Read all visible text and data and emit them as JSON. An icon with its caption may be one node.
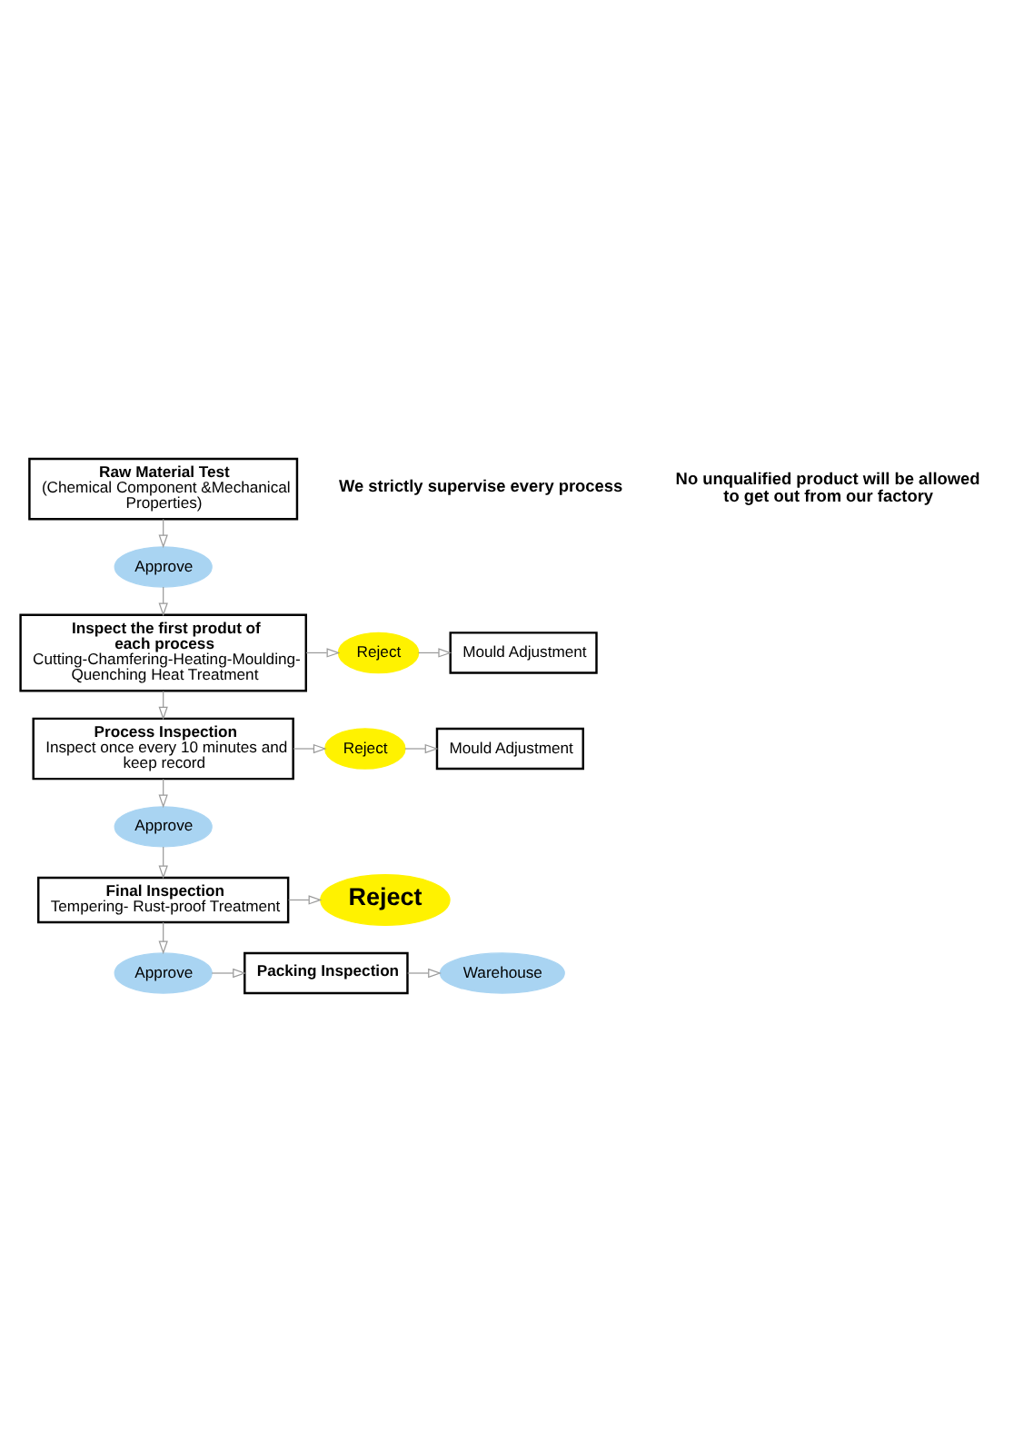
{
  "diagram": {
    "nodes": [
      {
        "text": [
          "Raw Material Test",
          "(Chemical Component &Mechanical Properties)"
        ]
      },
      {
        "text": [
          "Approve"
        ]
      },
      {
        "text": [
          "Inspect the first produt of each process",
          "Cutting-Chamfering-Heating-Moulding- Quenching Heat Treatment"
        ]
      },
      {
        "text": [
          "Reject"
        ]
      },
      {
        "text": [
          "Mould Adjustment"
        ]
      },
      {
        "text": [
          "Process Inspection",
          "Inspect once every 10 minutes and keep record"
        ]
      },
      {
        "text": [
          "Reject"
        ]
      },
      {
        "text": [
          "Mould Adjustment"
        ]
      },
      {
        "text": [
          "Approve"
        ]
      },
      {
        "text": [
          "Final Inspection",
          "Tempering- Rust-proof Treatment"
        ]
      },
      {
        "text": [
          "Reject"
        ]
      },
      {
        "text": [
          "Approve"
        ]
      },
      {
        "text": [
          "Packing Inspection"
        ]
      },
      {
        "text": [
          "Warehouse"
        ]
      }
    ],
    "edges": [
      {
        "from": 0,
        "to": 1,
        "arrow": "to"
      },
      {
        "from": 1,
        "to": 2,
        "arrow": "to"
      },
      {
        "from": 2,
        "to": 3,
        "arrow": "to"
      },
      {
        "from": 3,
        "to": 4,
        "arrow": "to"
      },
      {
        "from": 2,
        "to": 5,
        "arrow": "to"
      },
      {
        "from": 5,
        "to": 6,
        "arrow": "to"
      },
      {
        "from": 6,
        "to": 7,
        "arrow": "to"
      },
      {
        "from": 5,
        "to": 8,
        "arrow": "to"
      },
      {
        "from": 8,
        "to": 9,
        "arrow": "to"
      },
      {
        "from": 9,
        "to": 10,
        "arrow": "to"
      },
      {
        "from": 9,
        "to": 11,
        "arrow": "to"
      },
      {
        "from": 11,
        "to": 12,
        "arrow": "to"
      },
      {
        "from": 12,
        "to": 13,
        "arrow": "to"
      }
    ],
    "labels": [
      "We strictly supervise every process",
      "No unqualified product will be allowed to get out from our factory"
    ]
  }
}
